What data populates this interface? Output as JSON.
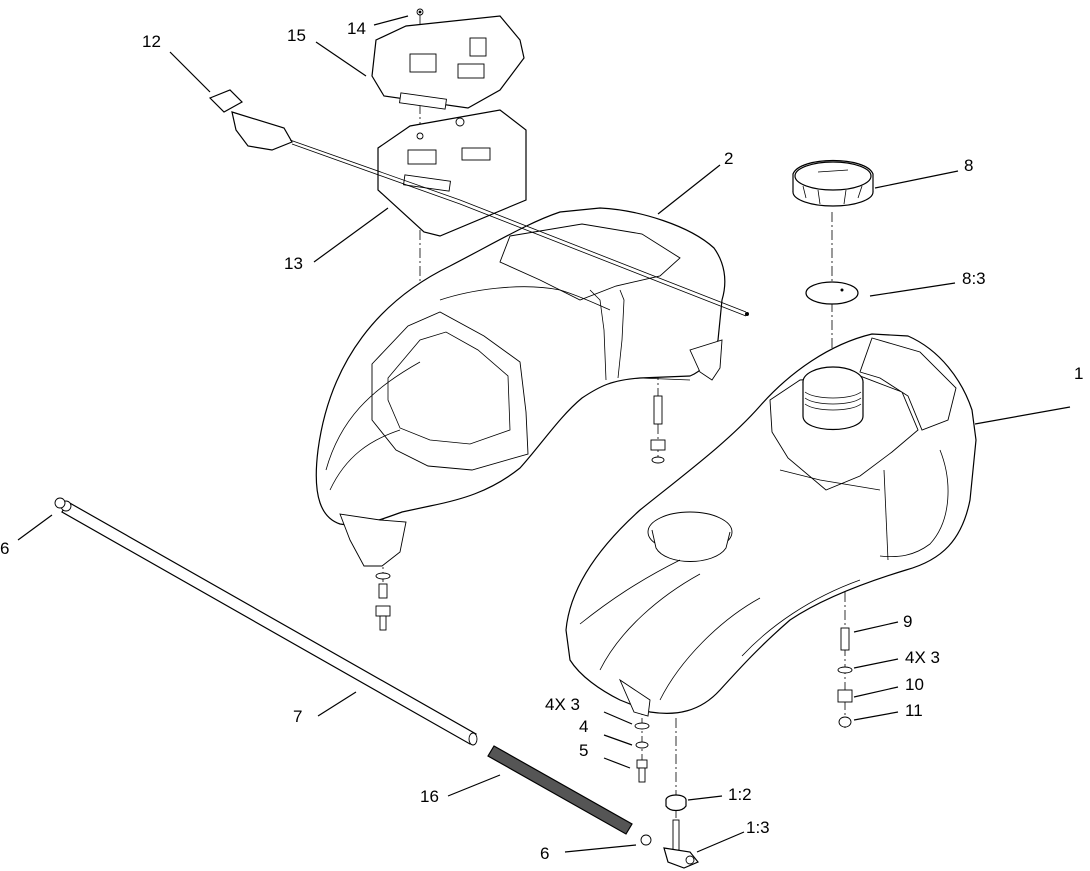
{
  "callouts": {
    "c1": "1",
    "c2": "2",
    "c6a": "6",
    "c6b": "6",
    "c7": "7",
    "c8": "8",
    "c8_3": "8:3",
    "c9": "9",
    "c4x3_right": "4X 3",
    "c10": "10",
    "c11": "11",
    "c4x3_left": "4X 3",
    "c4": "4",
    "c5": "5",
    "c1_2": "1:2",
    "c1_3": "1:3",
    "c12": "12",
    "c13": "13",
    "c14": "14",
    "c15": "15",
    "c16": "16"
  }
}
